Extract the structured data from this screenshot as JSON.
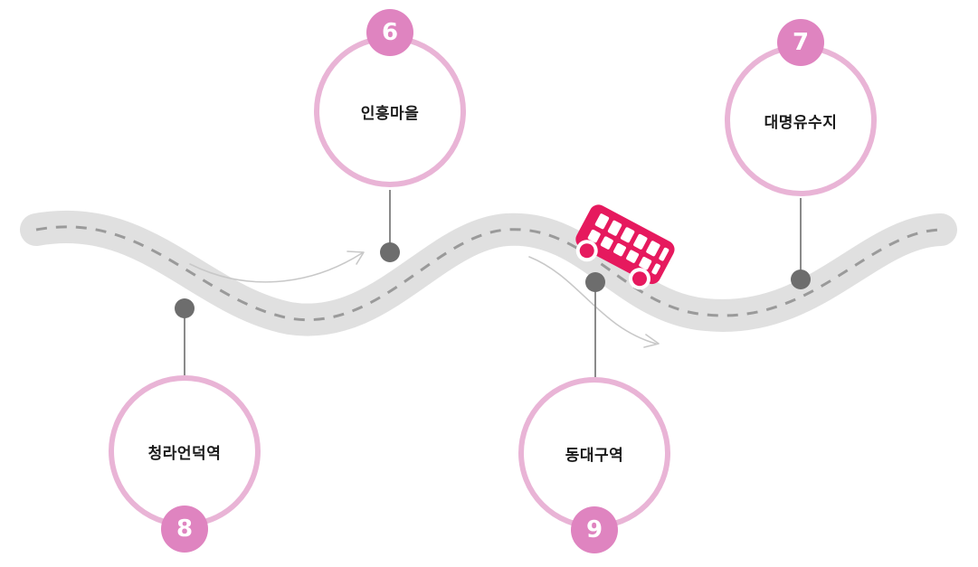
{
  "stops": [
    {
      "number": "6",
      "name": "인흥마을"
    },
    {
      "number": "7",
      "name": "대명유수지"
    },
    {
      "number": "8",
      "name": "청라언덕역"
    },
    {
      "number": "9",
      "name": "동대구역"
    }
  ],
  "colors": {
    "road": "#e0e0e0",
    "lane": "#9a9a9a",
    "ring": "#e9b4d6",
    "badge": "#df84c0",
    "bus": "#e6195e",
    "pin": "#6d6d6d"
  },
  "icons": [
    "bus-icon",
    "direction-arrow-icon"
  ]
}
